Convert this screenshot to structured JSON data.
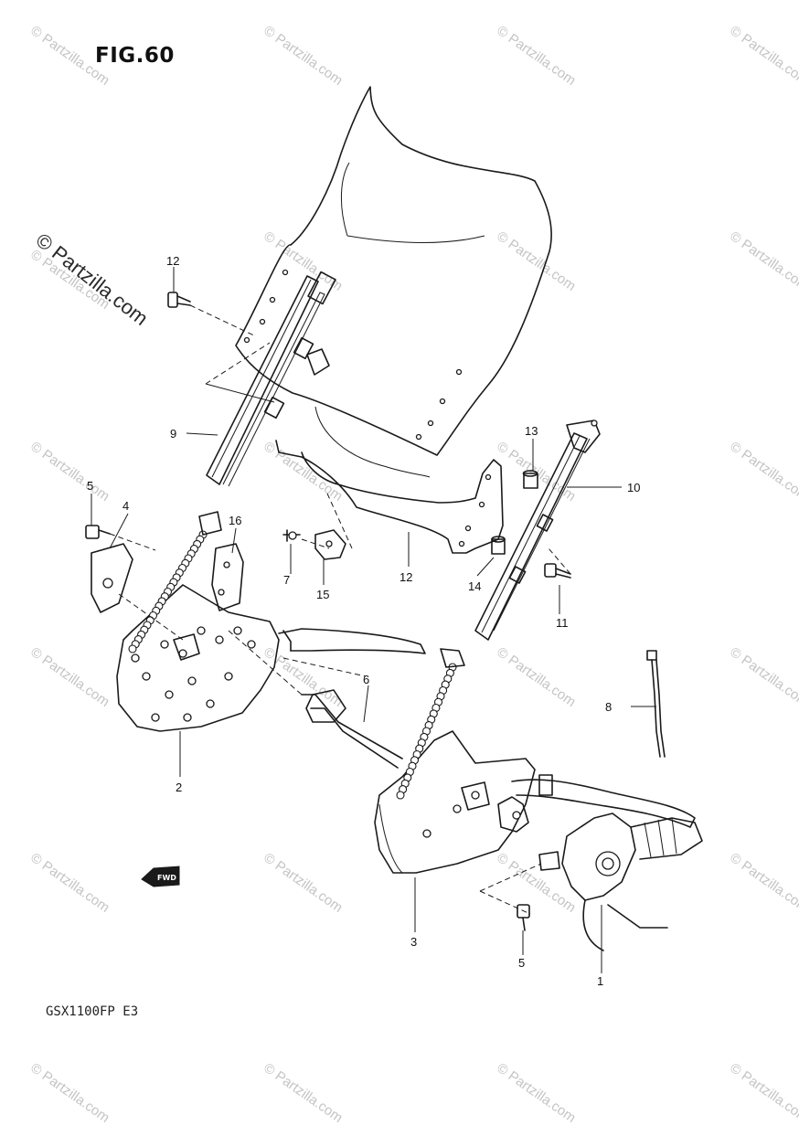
{
  "figure": {
    "title": "FIG.60",
    "model": "GSX1100FP  E3"
  },
  "watermark": {
    "text": "© Partzilla.com"
  },
  "fwd_label": "FWD",
  "callouts": [
    {
      "id": "1",
      "label": "1"
    },
    {
      "id": "2",
      "label": "2"
    },
    {
      "id": "3",
      "label": "3"
    },
    {
      "id": "4",
      "label": "4"
    },
    {
      "id": "5a",
      "label": "5"
    },
    {
      "id": "5b",
      "label": "5"
    },
    {
      "id": "6",
      "label": "6"
    },
    {
      "id": "7",
      "label": "7"
    },
    {
      "id": "8",
      "label": "8"
    },
    {
      "id": "9",
      "label": "9"
    },
    {
      "id": "10",
      "label": "10"
    },
    {
      "id": "11",
      "label": "11"
    },
    {
      "id": "12a",
      "label": "12"
    },
    {
      "id": "12b",
      "label": "12"
    },
    {
      "id": "13",
      "label": "13"
    },
    {
      "id": "14",
      "label": "14"
    },
    {
      "id": "15",
      "label": "15"
    },
    {
      "id": "16",
      "label": "16"
    }
  ]
}
